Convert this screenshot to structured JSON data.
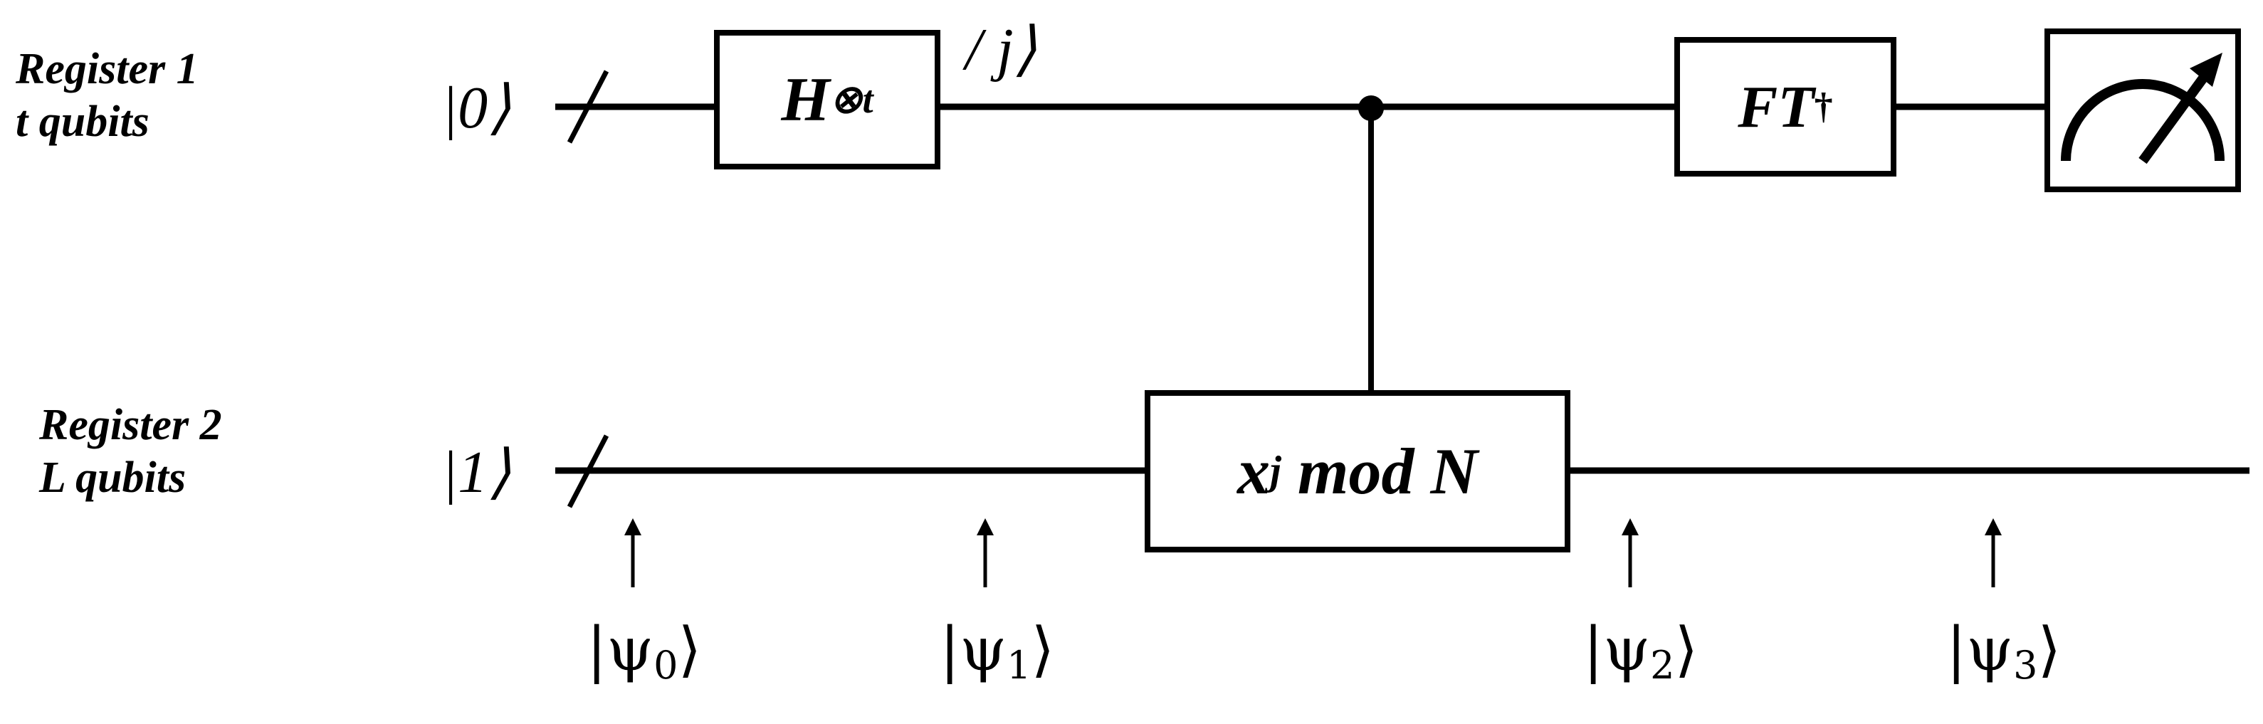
{
  "registers": [
    {
      "name": "Register 1",
      "size": "t qubits",
      "input": "|0⟩"
    },
    {
      "name": "Register 2",
      "size": "L qubits",
      "input": "|1⟩"
    }
  ],
  "gates": {
    "hadamard": {
      "base": "H",
      "sup": "⊗t"
    },
    "qft_inverse": {
      "base": "FT",
      "sup": "†"
    },
    "modexp": {
      "pre": "x",
      "sup": "j",
      "post": " mod N"
    },
    "measurement": {
      "icon": "meter-icon"
    }
  },
  "labels": {
    "j_state": "/ j⟩"
  },
  "states": [
    {
      "symbol": "|ψ",
      "sub": "0",
      "close": "⟩"
    },
    {
      "symbol": "|ψ",
      "sub": "1",
      "close": "⟩"
    },
    {
      "symbol": "|ψ",
      "sub": "2",
      "close": "⟩"
    },
    {
      "symbol": "|ψ",
      "sub": "3",
      "close": "⟩"
    }
  ]
}
